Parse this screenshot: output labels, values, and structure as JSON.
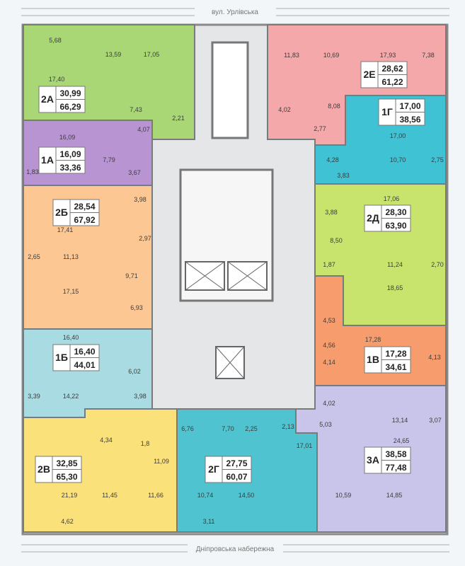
{
  "streets": {
    "top": "вул. Урлівська",
    "bottom": "Дніпровська набережна"
  },
  "colors": {
    "2A": "#a9d775",
    "1A": "#b894d2",
    "2B6": "#fcc792",
    "1B6": "#a9dbe2",
    "2V": "#fbe17a",
    "2G": "#4fc3cf",
    "3A": "#c8c4ea",
    "1V": "#f79c6c",
    "2D": "#c9e46c",
    "1G": "#3fc2d3",
    "2E": "#f4a8aa",
    "core": "#e5e6e7",
    "wall": "#c9623d"
  },
  "apartments": [
    {
      "id": "2A",
      "living": "30,99",
      "total": "66,29",
      "rooms": [
        "5,68",
        "17,40",
        "13,59",
        "17,05",
        "7,43",
        "4,07",
        "2,21"
      ]
    },
    {
      "id": "1A",
      "living": "16,09",
      "total": "33,36",
      "rooms": [
        "16,09",
        "7,79",
        "1,83",
        "3,67",
        "3,98"
      ]
    },
    {
      "id": "2Б",
      "living": "28,54",
      "total": "67,92",
      "rooms": [
        "17,41",
        "2,97",
        "2,65",
        "11,13",
        "9,71",
        "17,15",
        "6,93"
      ]
    },
    {
      "id": "1Б",
      "living": "16,40",
      "total": "44,01",
      "rooms": [
        "16,40",
        "6,02",
        "3,39",
        "14,22",
        "3,98"
      ]
    },
    {
      "id": "2В",
      "living": "32,85",
      "total": "65,30",
      "rooms": [
        "4,34",
        "1,8",
        "11,09",
        "21,19",
        "11,45",
        "11,66",
        "4,62"
      ]
    },
    {
      "id": "2Г",
      "living": "27,75",
      "total": "60,07",
      "rooms": [
        "6,76",
        "7,70",
        "2,25",
        "2,13",
        "17,01",
        "10,74",
        "14,50",
        "3,11"
      ]
    },
    {
      "id": "3А",
      "living": "38,58",
      "total": "77,48",
      "rooms": [
        "4,02",
        "5,03",
        "13,14",
        "3,07",
        "24,65",
        "10,59",
        "14,85"
      ]
    },
    {
      "id": "1В",
      "living": "17,28",
      "total": "34,61",
      "rooms": [
        "17,28",
        "4,56",
        "4,13",
        "4,14",
        "4,53"
      ]
    },
    {
      "id": "2Д",
      "living": "28,30",
      "total": "63,90",
      "rooms": [
        "17,06",
        "3,83",
        "3,88",
        "8,50",
        "1,87",
        "11,24",
        "2,70",
        "18,65"
      ]
    },
    {
      "id": "1Г",
      "living": "17,00",
      "total": "38,56",
      "rooms": [
        "17,00",
        "4,28",
        "10,70",
        "2,75"
      ]
    },
    {
      "id": "2Е",
      "living": "28,62",
      "total": "61,22",
      "rooms": [
        "11,83",
        "10,69",
        "17,93",
        "7,38",
        "4,02",
        "8,08",
        "2,77"
      ]
    }
  ]
}
